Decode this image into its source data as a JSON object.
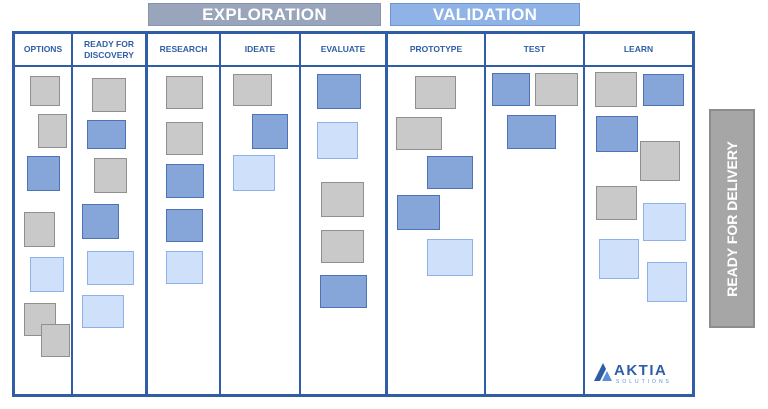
{
  "phases": {
    "exploration": "EXPLORATION",
    "validation": "VALIDATION"
  },
  "columns": [
    {
      "label": "OPTIONS"
    },
    {
      "label": "READY FOR DISCOVERY"
    },
    {
      "label": "RESEARCH"
    },
    {
      "label": "IDEATE"
    },
    {
      "label": "EVALUATE"
    },
    {
      "label": "PROTOTYPE"
    },
    {
      "label": "TEST"
    },
    {
      "label": "LEARN"
    }
  ],
  "delivery_label": "READY FOR DELIVERY",
  "logo": {
    "name": "AKTIA",
    "tagline": "SOLUTIONS"
  },
  "colors": {
    "board_border": "#2f5ea6",
    "card_gray": "#c9c9c9",
    "card_blue": "#86a6d9",
    "card_light_blue": "#cfe0fb",
    "exploration_bar": "#98a5bb",
    "validation_bar": "#8fb3e6",
    "delivery_bar": "#a6a6a6"
  },
  "icons": [
    "aktia-logo-icon"
  ]
}
